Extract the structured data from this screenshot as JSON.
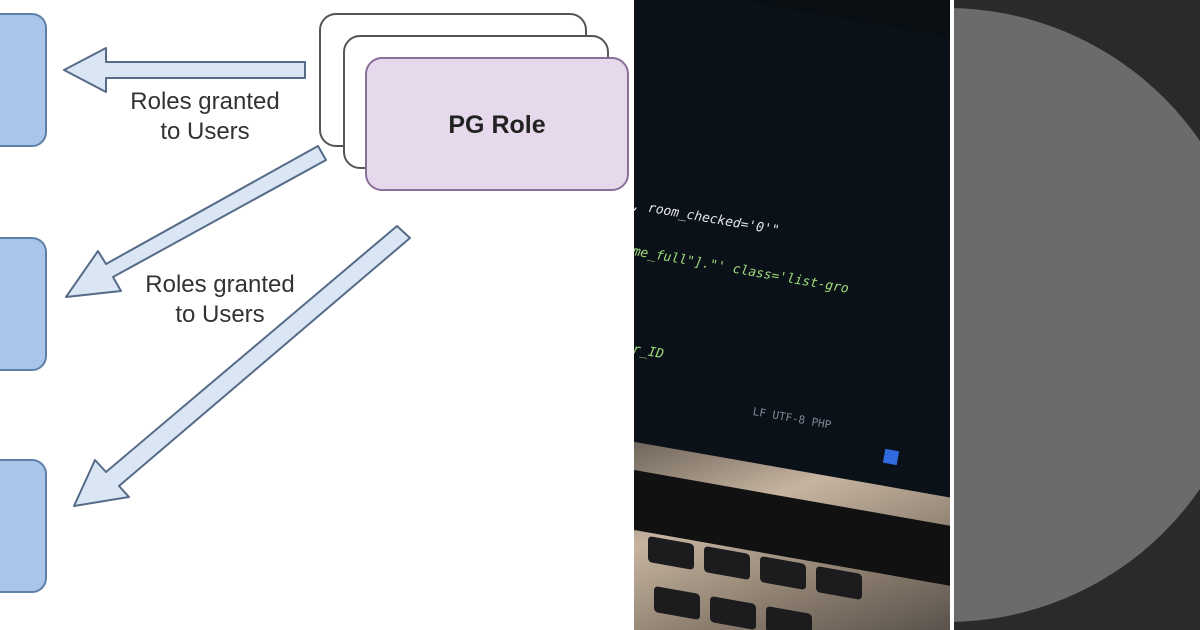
{
  "diagram": {
    "role_label": "PG Role",
    "arrow_labels": [
      {
        "line1": "Roles granted",
        "line2": "to Users"
      },
      {
        "line1": "Roles granted",
        "line2": "to Users"
      }
    ]
  },
  "photo": {
    "code_lines": [
      {
        "text": ", room_checked='0'\""
      },
      {
        "text": "me_full\"].\"' class='list-gro"
      },
      {
        "text": "r_ID"
      }
    ],
    "status_bar": "LF   UTF-8   PHP"
  },
  "colors": {
    "user_box": "#a9c6ea",
    "role_card": "#e6d9ec",
    "arrow_fill": "#dbe6f5",
    "circle": "#6b6b6b",
    "circle_bg": "#2a2a2a"
  }
}
